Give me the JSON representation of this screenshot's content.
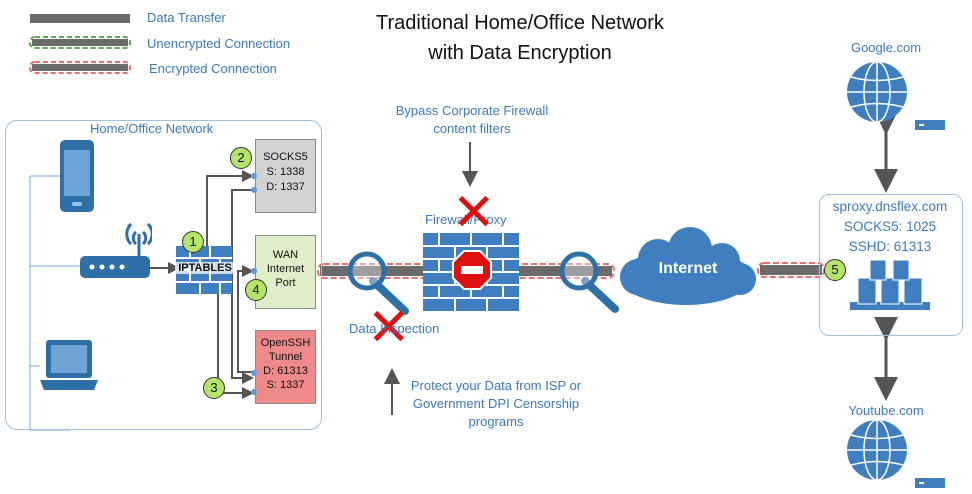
{
  "title": {
    "line1": "Traditional Home/Office Network",
    "line2": "with Data Encryption"
  },
  "legend": {
    "data_transfer": "Data Transfer",
    "unencrypted": "Unencrypted Connection",
    "encrypted": "Encrypted Connection"
  },
  "home_network": {
    "label": "Home/Office Network"
  },
  "router": {
    "iptables": "IPTABLES"
  },
  "socks5": {
    "title": "SOCKS5",
    "s": "S: 1338",
    "d": "D: 1337"
  },
  "wan": {
    "line1": "WAN",
    "line2": "Internet",
    "line3": "Port"
  },
  "openssh": {
    "line1": "OpenSSH",
    "line2": "Tunnel",
    "d": "D: 61313",
    "s": "S: 1337"
  },
  "steps": [
    "1",
    "2",
    "3",
    "4",
    "5"
  ],
  "firewall": {
    "label": "Firewall/Proxy",
    "annotation_line1": "Bypass Corporate Firewall",
    "annotation_line2": "content filters"
  },
  "dpi": {
    "label": "Data Inspection",
    "annotation_line1": "Protect your Data from ISP or",
    "annotation_line2": "Government DPI Censorship",
    "annotation_line3": "programs"
  },
  "internet": {
    "label": "Internet"
  },
  "server": {
    "host": "sproxy.dnsflex.com",
    "socks5": "SOCKS5: 1025",
    "sshd": "SSHD: 61313"
  },
  "sites": {
    "google": "Google.com",
    "youtube": "Youtube.com"
  },
  "colors": {
    "accent": "#3d7ab5",
    "encrypted": "#e87070",
    "unencrypted": "#5aa85a",
    "pipe": "#6b6b6b",
    "step": "#b5e46b",
    "block": "#e01010"
  }
}
